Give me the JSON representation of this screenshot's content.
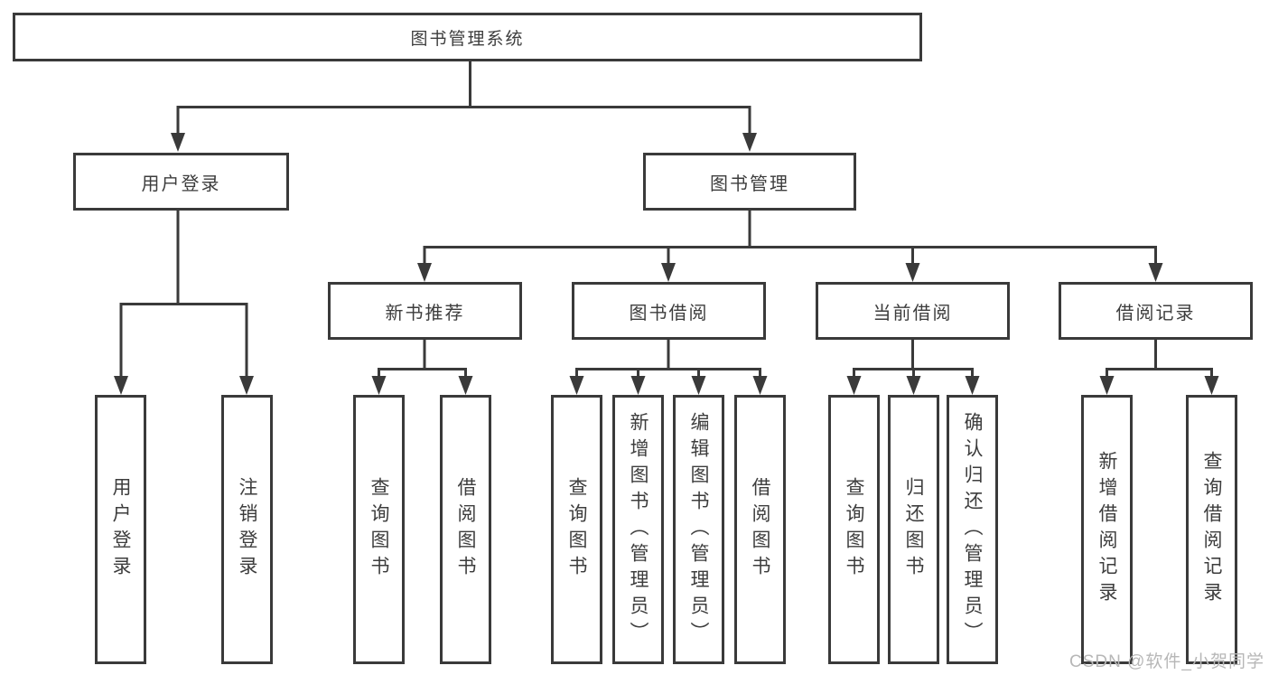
{
  "diagram": {
    "root": "图书管理系统",
    "user_login": {
      "label": "用户登录",
      "children": [
        "用户登录",
        "注销登录"
      ]
    },
    "book_mgmt": {
      "label": "图书管理",
      "sections": [
        {
          "label": "新书推荐",
          "children": [
            "查询图书",
            "借阅图书"
          ]
        },
        {
          "label": "图书借阅",
          "children": [
            "查询图书",
            "新增图书（管理员）",
            "编辑图书（管理员）",
            "借阅图书"
          ]
        },
        {
          "label": "当前借阅",
          "children": [
            "查询图书",
            "归还图书",
            "确认归还（管理员）"
          ]
        },
        {
          "label": "借阅记录",
          "children": [
            "新增借阅记录",
            "查询借阅记录"
          ]
        }
      ]
    }
  },
  "watermark": "CSDN @软件_小贺同学",
  "colors": {
    "line": "#3a3a3a",
    "text": "#3d3d3d",
    "watermark": "#b7b7b7",
    "background": "#ffffff"
  }
}
